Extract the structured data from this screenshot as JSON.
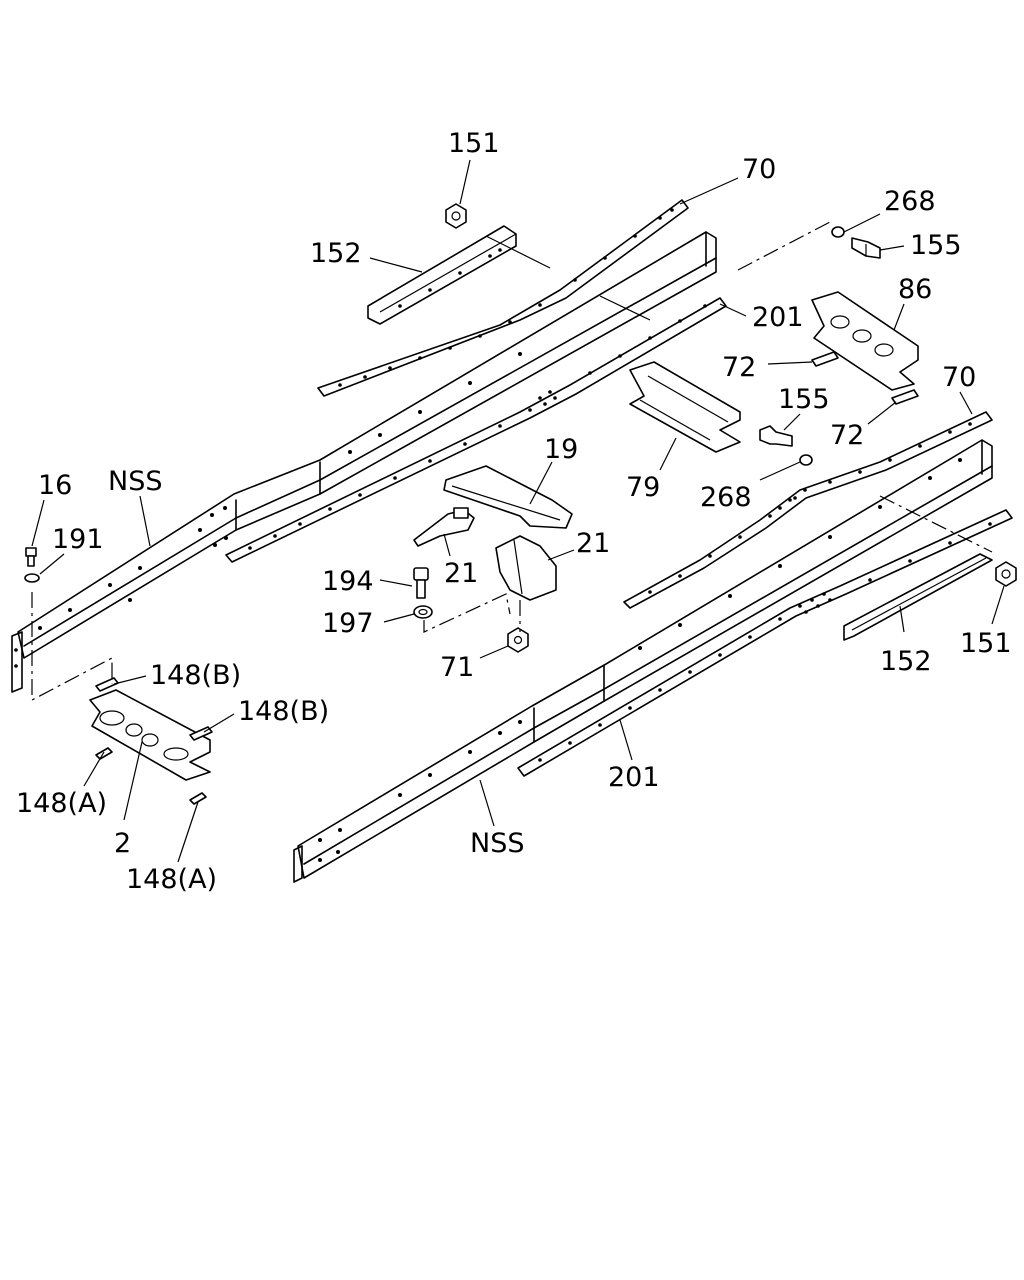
{
  "labels": {
    "l151a": "151",
    "l70a": "70",
    "l268a": "268",
    "l152a": "152",
    "l155a": "155",
    "l86": "86",
    "l201a": "201",
    "l72a": "72",
    "l70b": "70",
    "l155b": "155",
    "l72b": "72",
    "l16": "16",
    "lNSSa": "NSS",
    "l19": "19",
    "l191": "191",
    "l79": "79",
    "l268b": "268",
    "l21a": "21",
    "l21b": "21",
    "l194": "194",
    "l197": "197",
    "l151b": "151",
    "l152b": "152",
    "l71": "71",
    "l148b1": "148(B)",
    "l148b2": "148(B)",
    "l201b": "201",
    "l148a1": "148(A)",
    "l2": "2",
    "lNSSb": "NSS",
    "l148a2": "148(A)"
  }
}
